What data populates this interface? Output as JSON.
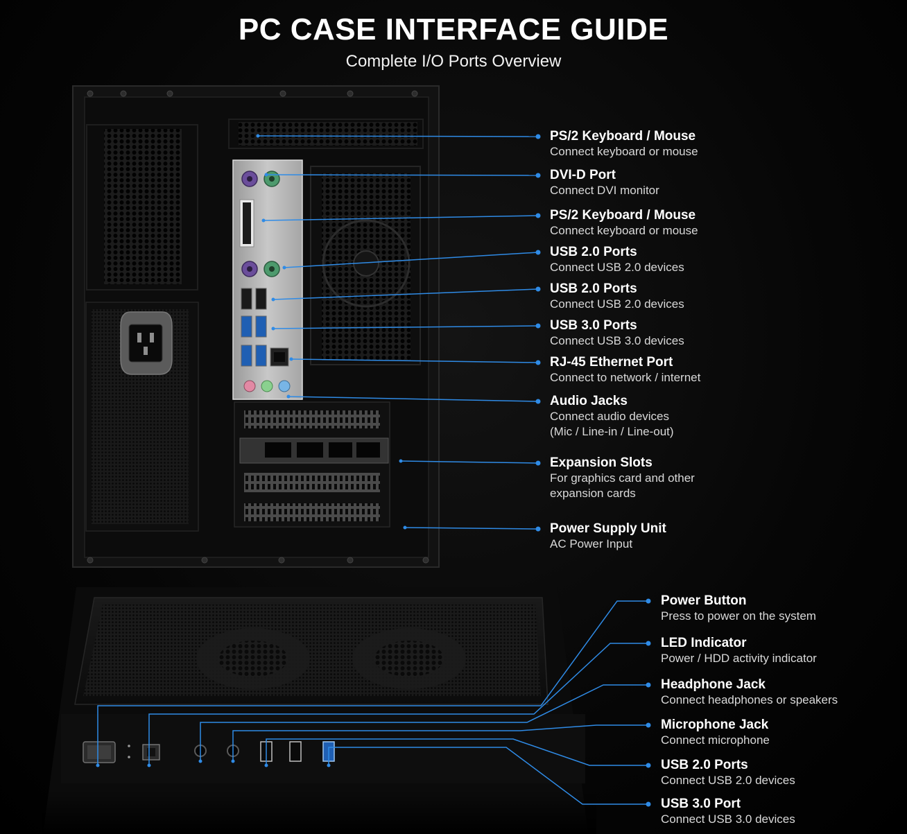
{
  "header": {
    "title": "PC CASE INTERFACE GUIDE",
    "subtitle": "Complete I/O Ports Overview"
  },
  "colors": {
    "accent": "#2f8be6",
    "case_body": "#0d0d0d",
    "io_shield": "#b8b8b8"
  },
  "rear_labels": [
    {
      "title": "PS/2 Keyboard / Mouse",
      "lines": [
        "Connect keyboard or mouse"
      ]
    },
    {
      "title": "DVI-D Port",
      "lines": [
        "Connect DVI monitor"
      ]
    },
    {
      "title": "PS/2 Keyboard / Mouse",
      "lines": [
        "Connect keyboard or mouse"
      ]
    },
    {
      "title": "USB 2.0 Ports",
      "lines": [
        "Connect USB 2.0 devices"
      ]
    },
    {
      "title": "USB 2.0 Ports",
      "lines": [
        "Connect USB 2.0 devices"
      ]
    },
    {
      "title": "USB 3.0 Ports",
      "lines": [
        "Connect USB 3.0 devices"
      ]
    },
    {
      "title": "RJ-45 Ethernet Port",
      "lines": [
        "Connect to network / internet"
      ]
    },
    {
      "title": "Audio Jacks",
      "lines": [
        "Connect audio devices",
        "(Mic / Line-in / Line-out)"
      ]
    },
    {
      "title": "Expansion Slots",
      "lines": [
        "For graphics card and other",
        "expansion cards"
      ]
    },
    {
      "title": "Power Supply Unit",
      "lines": [
        "AC Power Input"
      ]
    }
  ],
  "front_labels": [
    {
      "title": "Power Button",
      "lines": [
        "Press to power on the system"
      ]
    },
    {
      "title": "LED Indicator",
      "lines": [
        "Power / HDD activity indicator"
      ]
    },
    {
      "title": "Headphone Jack",
      "lines": [
        "Connect headphones or speakers"
      ]
    },
    {
      "title": "Microphone Jack",
      "lines": [
        "Connect microphone"
      ]
    },
    {
      "title": "USB 2.0 Ports",
      "lines": [
        "Connect USB 2.0 devices"
      ]
    },
    {
      "title": "USB 3.0 Port",
      "lines": [
        "Connect USB 3.0 devices"
      ]
    }
  ]
}
